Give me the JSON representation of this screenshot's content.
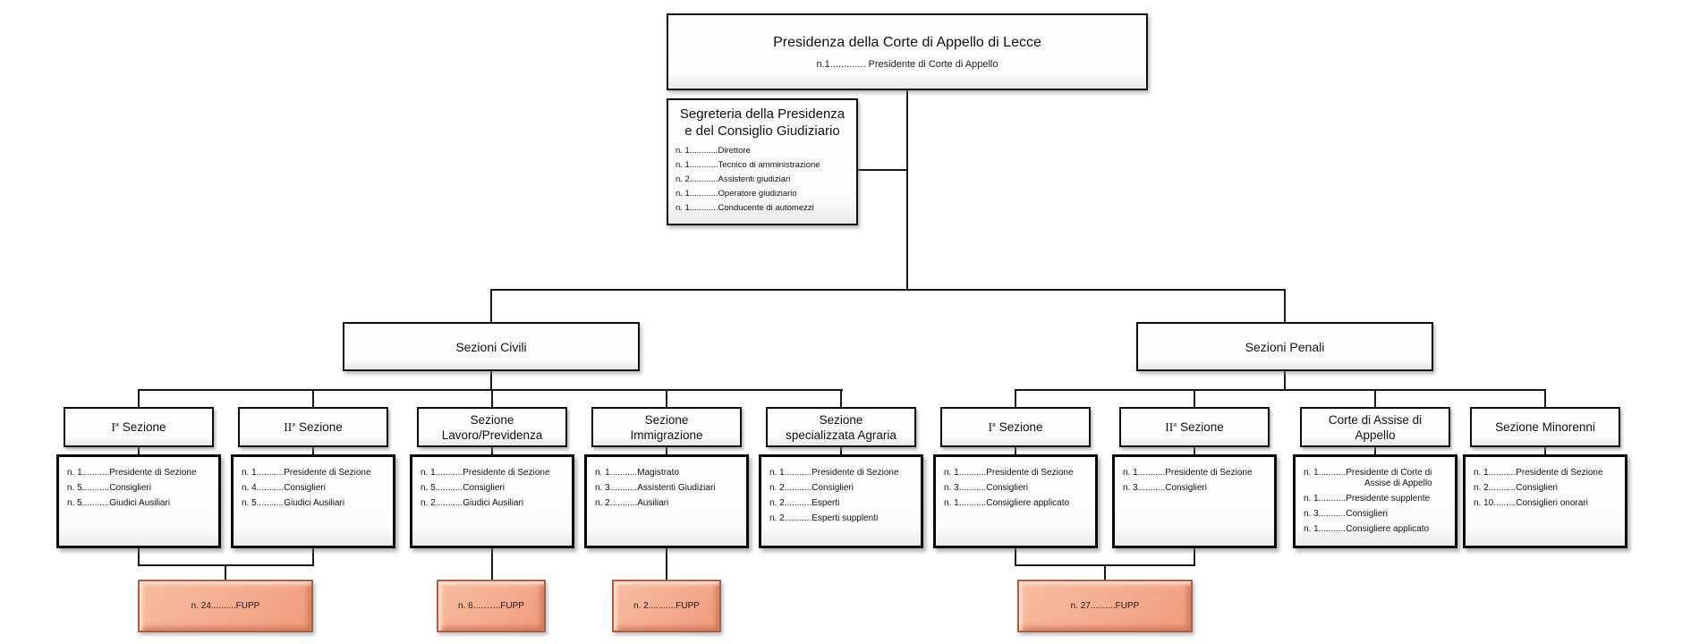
{
  "root": {
    "title": "Presidenza della Corte di Appello di Lecce",
    "staff": "n.1............. Presidente di Corte di Appello"
  },
  "secretariat": {
    "title_line1": "Segreteria della Presidenza",
    "title_line2": "e del Consiglio Giudiziario",
    "staff": [
      "n. 1............Direttore",
      "n. 1............Tecnico di amministrazione",
      "n. 2............Assistenti giudiziari",
      "n. 1............Operatore giudiziario",
      "n. 1............Conducente di automezzi"
    ]
  },
  "branches": {
    "civil": {
      "label": "Sezioni Civili"
    },
    "penal": {
      "label": "Sezioni Penali"
    }
  },
  "sections": [
    {
      "numeral": "Iª",
      "title_line1": "Sezione",
      "title_line2": "",
      "staff": [
        "n. 1...........Presidente di Sezione",
        "n. 5...........Consiglieri",
        "n. 5...........Giudici Ausiliari"
      ]
    },
    {
      "numeral": "IIª",
      "title_line1": "Sezione",
      "title_line2": "",
      "staff": [
        "n. 1...........Presidente di Sezione",
        "n. 4...........Consiglieri",
        "n. 5...........Giudici Ausiliari"
      ]
    },
    {
      "numeral": "",
      "title_line1": "Sezione",
      "title_line2": "Lavoro/Previdenza",
      "staff": [
        "n. 1...........Presidente di Sezione",
        "n. 5...........Consiglieri",
        "n. 2...........Giudici Ausiliari"
      ]
    },
    {
      "numeral": "",
      "title_line1": "Sezione",
      "title_line2": "Immigrazione",
      "staff": [
        "n. 1...........Magistrato",
        "n. 3...........Assistenti Giudiziari",
        "n. 2...........Ausiliari"
      ]
    },
    {
      "numeral": "",
      "title_line1": "Sezione",
      "title_line2": "specializzata Agraria",
      "staff": [
        "n. 1...........Presidente di Sezione",
        "n. 2...........Consiglieri",
        "n. 2...........Esperti",
        "n. 2...........Esperti supplenti"
      ]
    },
    {
      "numeral": "Iª",
      "title_line1": "Sezione",
      "title_line2": "",
      "staff": [
        "n. 1...........Presidente di Sezione",
        "n. 3...........Consiglieri",
        "n. 1...........Consigliere applicato"
      ]
    },
    {
      "numeral": "IIª",
      "title_line1": "Sezione",
      "title_line2": "",
      "staff": [
        "n. 1...........Presidente di Sezione",
        "n. 3...........Consiglieri"
      ]
    },
    {
      "numeral": "",
      "title_line1": "Corte di Assise di",
      "title_line2": "Appello",
      "staff": [
        "n. 1...........Presidente di Corte di Assise di Appello",
        "n. 1...........Presidente supplente",
        "n. 3...........Consiglieri",
        "n. 1...........Consigliere applicato"
      ]
    },
    {
      "numeral": "",
      "title_line1": "Sezione Minorenni",
      "title_line2": "",
      "staff": [
        "n. 1...........Presidente di Sezione",
        "n. 2...........Consiglieri",
        "n. 10.........Consiglieri onorari"
      ]
    }
  ],
  "fupp": [
    {
      "label": "n. 24..........FUPP"
    },
    {
      "label": "n. 6...........FUPP"
    },
    {
      "label": "n. 2...........FUPP"
    },
    {
      "label": "n. 27..........FUPP"
    }
  ],
  "colors": {
    "fupp_fill": "#F4AB8E",
    "fupp_border": "#AE5F43",
    "connector": "#1A1A1A",
    "box_border": "#0D0D0D"
  }
}
